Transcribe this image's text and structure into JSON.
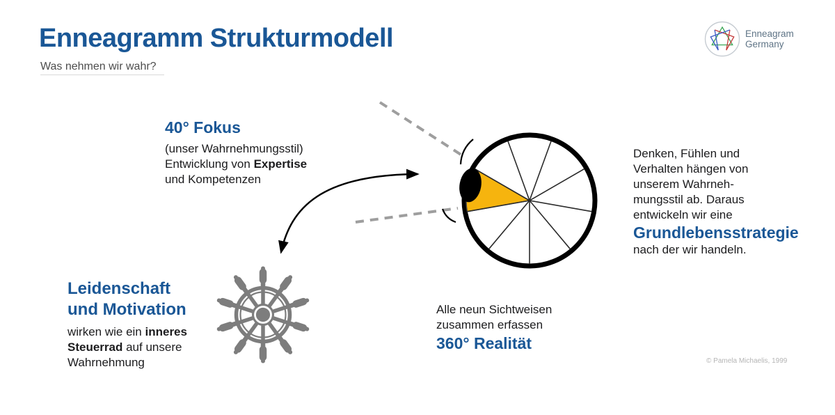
{
  "header": {
    "title": "Enneagramm Strukturmodell",
    "subtitle": "Was nehmen wir wahr?"
  },
  "logo": {
    "line1": "Enneagram",
    "line2": "Germany"
  },
  "focus_block": {
    "heading": "40° Fokus",
    "line1": "(unser Wahrnehmungsstil)",
    "line2_pre": "Entwicklung von ",
    "line2_bold": "Expertise",
    "line3": "und Kompetenzen"
  },
  "strategy_block": {
    "lines": [
      "Denken, Fühlen und",
      "Verhalten hängen von",
      "unserem Wahrneh-",
      "mungsstil ab. Daraus",
      "entwickeln wir eine"
    ],
    "highlight": "Grundlebensstrategie",
    "tail": "nach der wir handeln."
  },
  "reality_block": {
    "line1": "Alle neun Sichtweisen",
    "line2": "zusammen erfassen",
    "heading": "360° Realität"
  },
  "passion_block": {
    "heading_line1": "Leidenschaft",
    "heading_line2": "und Motivation",
    "body_line1_pre": "wirken wie ein ",
    "body_line1_bold": "inneres",
    "body_line2_bold": "Steuerrad",
    "body_line2_post": " auf unsere",
    "body_line3": "Wahrnehmung"
  },
  "copyright": "© Pamela Michaelis, 1999",
  "colors": {
    "accent_blue": "#1a5796",
    "text_dark": "#1c1c1e",
    "focus_wedge_yellow": "#f6b40e",
    "wheel_black": "#000000",
    "steering_wheel_gray": "#7d7d7d",
    "dashed_line_gray": "#9e9e9e",
    "logo_green": "#3aa655",
    "logo_blue": "#3b5bc4",
    "logo_red": "#c43b3b",
    "copyright_gray": "#b5b5b5"
  },
  "icons": {
    "logo": "enneagram-star-icon",
    "perception": "nine-spoke-wheel-with-eye",
    "steering": "ship-steering-wheel-icon",
    "arrow": "double-headed-curved-arrow"
  }
}
